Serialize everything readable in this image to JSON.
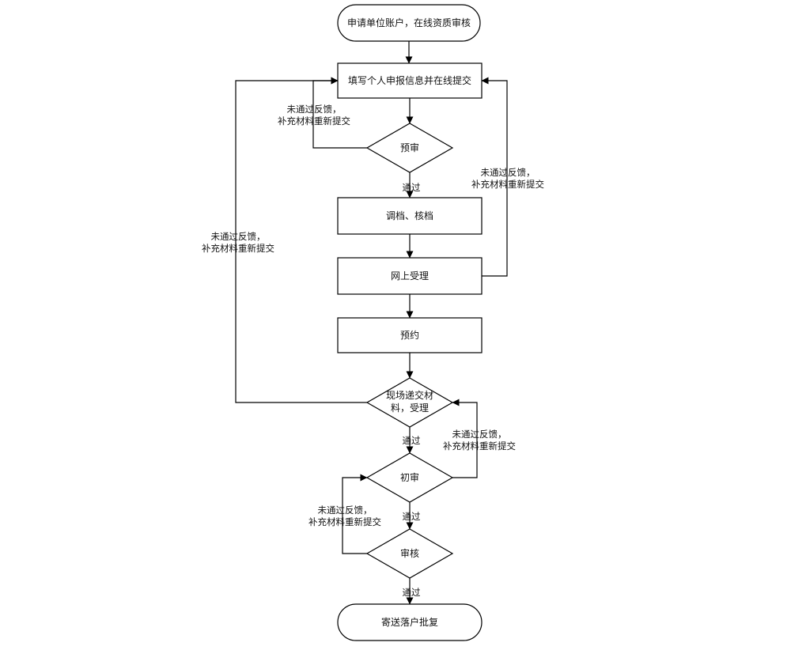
{
  "nodes": {
    "start": "申请单位账户，在线资质审核",
    "fill_info": "填写个人申报信息并在线提交",
    "pre_review": "预审",
    "archive": "调档、核档",
    "online_accept": "网上受理",
    "appointment": "预约",
    "onsite_submit_line1": "现场递交材",
    "onsite_submit_line2": "料，受理",
    "first_review": "初审",
    "final_review": "审核",
    "end": "寄送落户批复"
  },
  "labels": {
    "pass": "通过",
    "reject_line1": "未通过反馈，",
    "reject_line2": "补充材料重新提交"
  }
}
